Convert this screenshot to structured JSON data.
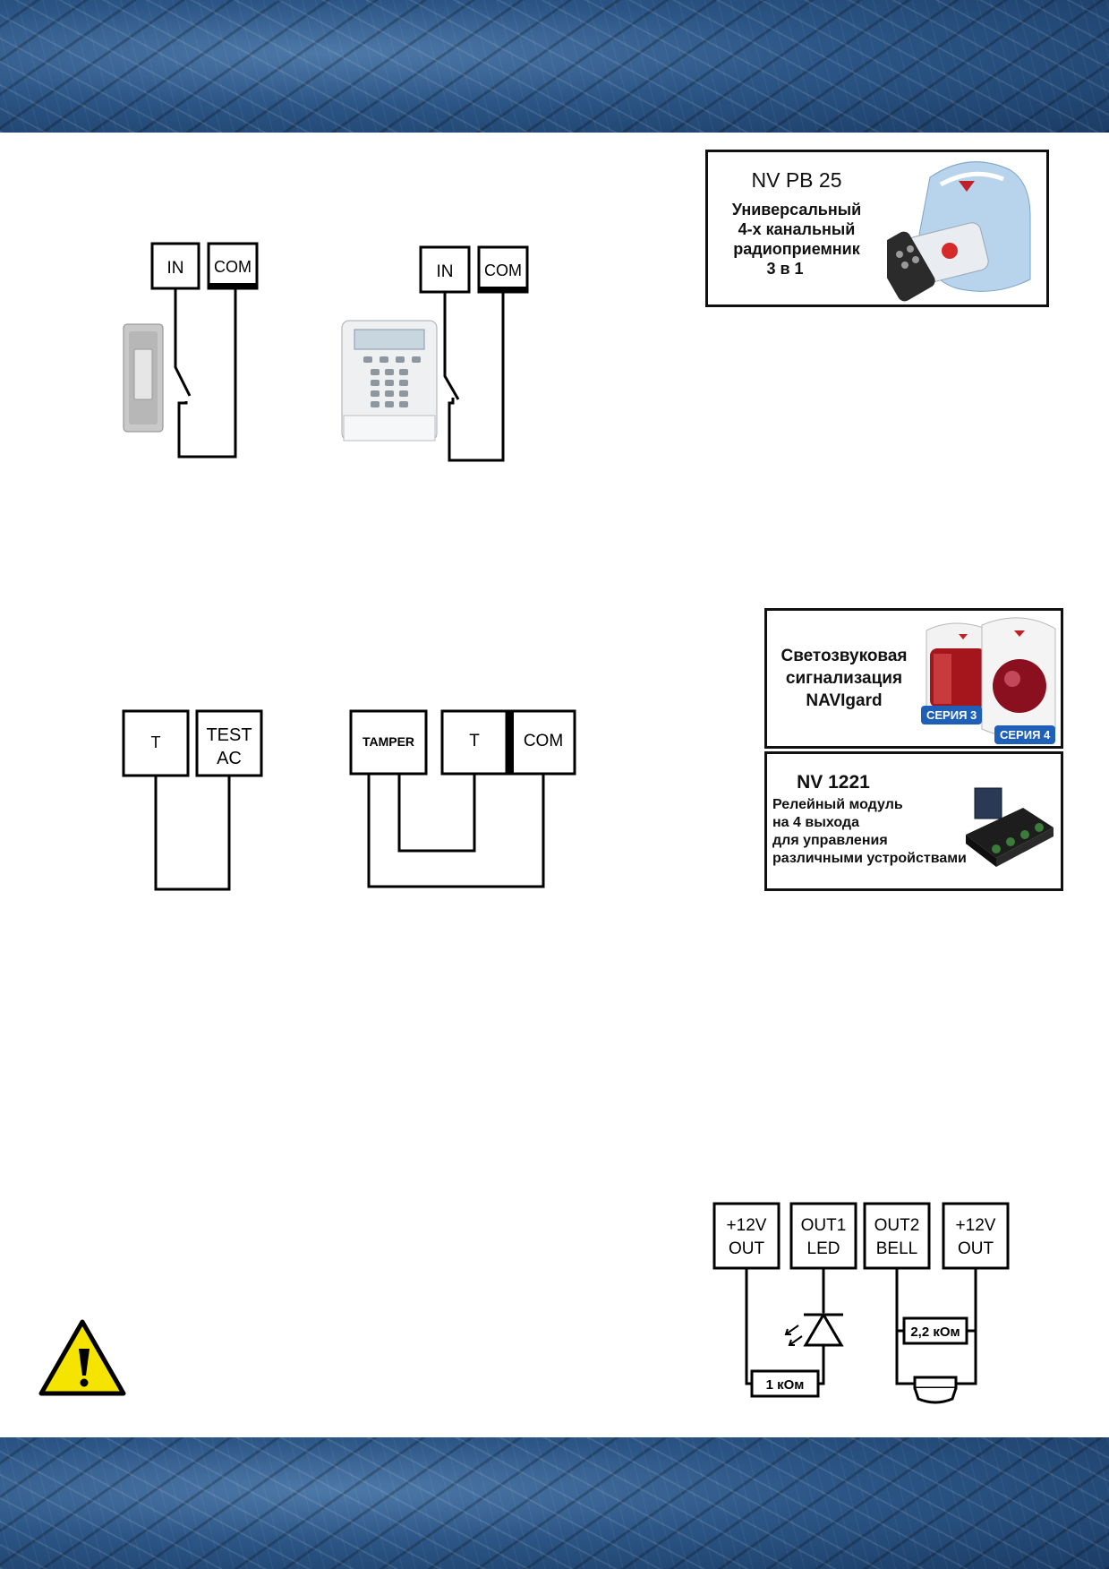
{
  "wiring_top": {
    "left_block": {
      "in_label": "IN",
      "com_label": "COM"
    },
    "right_block": {
      "in_label": "IN",
      "com_label": "COM"
    }
  },
  "tamper_section": {
    "left_block": {
      "t_label": "T",
      "test_label_line1": "TEST",
      "test_label_line2": "AC"
    },
    "right_block": {
      "tamper_label": "TAMPER",
      "t_label": "T",
      "com_label": "COM"
    }
  },
  "outputs": {
    "terminals": [
      {
        "line1": "+12V",
        "line2": "OUT"
      },
      {
        "line1": "OUT1",
        "line2": "LED"
      },
      {
        "line1": "OUT2",
        "line2": "BELL"
      },
      {
        "line1": "+12V",
        "line2": "OUT"
      }
    ],
    "resistor_1": "1 кОм",
    "resistor_2": "2,2 кОм"
  },
  "ads": {
    "receiver": {
      "title": "NV PB 25",
      "line1": "Универсальный",
      "line2": "4-х канальный",
      "line3": "радиоприемник",
      "line4": "3 в 1"
    },
    "siren": {
      "line1": "Светозвуковая",
      "line2": "сигнализация",
      "line3": "NAVIgard",
      "badge1": "СЕРИЯ 3",
      "badge2": "СЕРИЯ 4"
    },
    "relay": {
      "title": "NV 1221",
      "line1": "Релейный модуль",
      "line2": "на 4 выхода",
      "line3": "для управления",
      "line4": "различными устройствами"
    }
  }
}
